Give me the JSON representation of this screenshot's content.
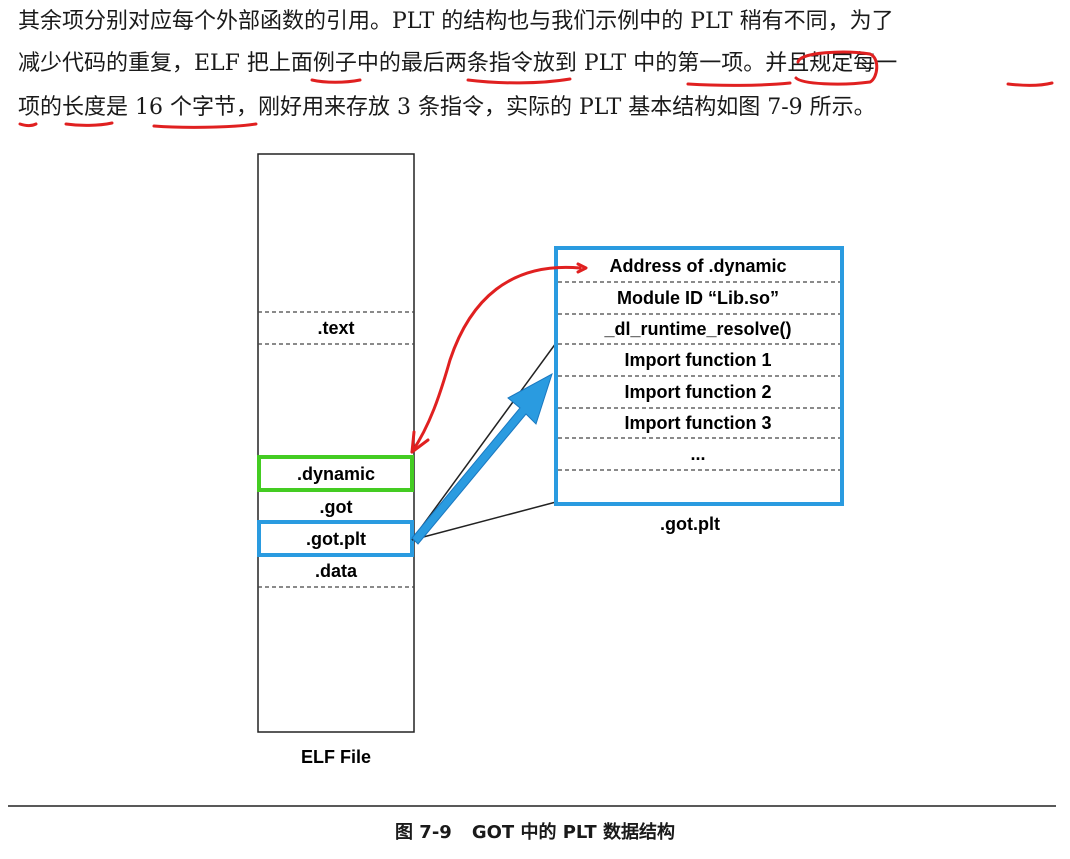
{
  "paragraph": {
    "line1": "其余项分别对应每个外部函数的引用。PLT 的结构也与我们示例中的 PLT 稍有不同，为了",
    "line2": "减少代码的重复，ELF 把上面例子中的最后两条指令放到 PLT 中的第一项。并且规定每一",
    "line3": "项的长度是 16 个字节，刚好用来存放 3 条指令，实际的 PLT 基本结构如图 7-9 所示。"
  },
  "elf": {
    "sections": [
      ".text",
      ".dynamic",
      ".got",
      ".got.plt",
      ".data"
    ],
    "label": "ELF File"
  },
  "gotplt": {
    "entries": [
      "Address of .dynamic",
      "Module ID “Lib.so”",
      "_dl_runtime_resolve()",
      "Import function 1",
      "Import function 2",
      "Import function 3",
      "..."
    ],
    "label": ".got.plt"
  },
  "caption": {
    "number": "图 7-9",
    "title": "GOT 中的 PLT 数据结构"
  },
  "colors": {
    "red_annotation": "#e02020",
    "green_highlight": "#44cc22",
    "blue_highlight": "#2a9be0",
    "text": "#1a1a1a"
  }
}
